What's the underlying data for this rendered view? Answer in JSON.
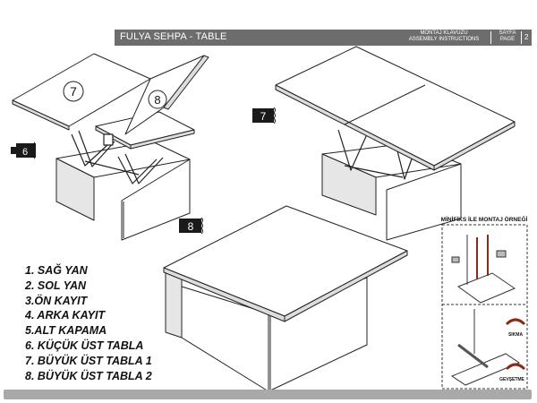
{
  "header": {
    "title": "FULYA SEHPA - TABLE",
    "manual_tr": "MONTAJ KLAVUZU",
    "manual_en": "ASSEMBLY INSTRUCTIONS",
    "page_tr": "SAYFA",
    "page_en": "PAGE",
    "page_number": "2"
  },
  "callouts": {
    "part7": "7",
    "part8": "8",
    "arrow6": "6",
    "arrow7": "7",
    "arrow8": "8"
  },
  "detail": {
    "title": "MİNİFİKS İLE MONTAJ ÖRNEĞİ",
    "tighten": "SIKMA",
    "loosen": "GEVŞETME"
  },
  "parts": [
    "1. SAĞ YAN",
    "2. SOL YAN",
    "3.ÖN KAYIT",
    "4. ARKA KAYIT",
    "5.ALT KAPAMA",
    "6. KÜÇÜK ÜST TABLA",
    "7. BÜYÜK ÜST TABLA 1",
    "8. BÜYÜK ÜST TABLA 2"
  ]
}
